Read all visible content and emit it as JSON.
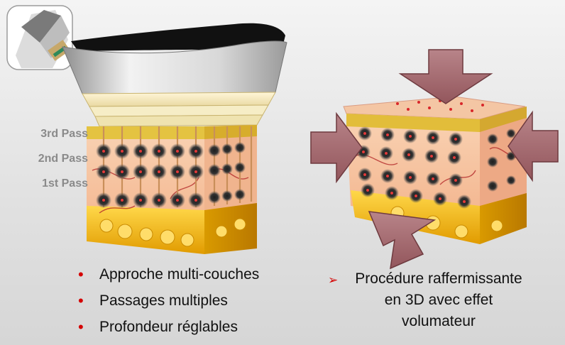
{
  "pass_labels": {
    "third": "3rd Pass",
    "second": "2nd Pass",
    "first": "1st Pass"
  },
  "bullets": [
    "Approche multi-couches",
    "Passages multiples",
    "Profondeur réglables"
  ],
  "right_caption": {
    "lines": [
      "Procédure raffermissante",
      "en 3D avec effet",
      "volumateur"
    ]
  },
  "colors": {
    "bullet": "#d40000",
    "arrow_fill": "#a46a6f",
    "fat": "#f2b200",
    "skin": "#f7c7a6",
    "dots": "#2a2a2a"
  },
  "icons": {
    "thumbnail": "handpiece-cartridge-icon",
    "bullet": "bullet-dot-icon",
    "right_bullet": "arrowhead-icon"
  }
}
